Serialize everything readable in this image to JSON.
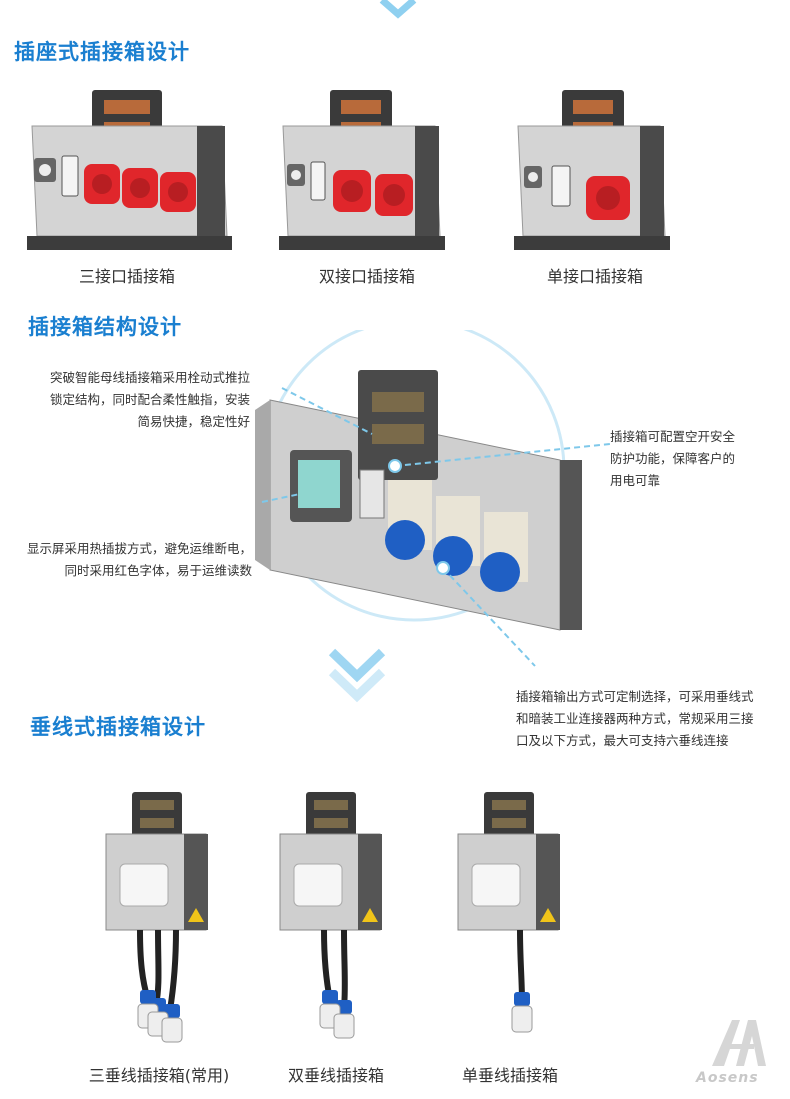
{
  "sections": {
    "socket_title": "插座式插接箱设计",
    "structure_title": "插接箱结构设计",
    "vertical_title": "垂线式插接箱设计"
  },
  "socket_products": [
    {
      "caption": "三接口插接箱",
      "sockets": 3
    },
    {
      "caption": "双接口插接箱",
      "sockets": 2
    },
    {
      "caption": "单接口插接箱",
      "sockets": 1
    }
  ],
  "structure_notes": {
    "top_left": [
      "突破智能母线插接箱采用栓动式推拉",
      "锁定结构，同时配合柔性触指，安装",
      "简易快捷，稳定性好"
    ],
    "bottom_left": [
      "显示屏采用热插拔方式，避免运维断电，",
      "同时采用红色字体，易于运维读数"
    ],
    "top_right": [
      "插接箱可配置空开安全",
      "防护功能，保障客户的",
      "用电可靠"
    ],
    "bottom_right": [
      "插接箱输出方式可定制选择，可采用垂线式",
      "和暗装工业连接器两种方式，常规采用三接",
      "口及以下方式，最大可支持六垂线连接"
    ]
  },
  "vertical_products": [
    {
      "caption": "三垂线插接箱(常用)",
      "cables": 3
    },
    {
      "caption": "双垂线插接箱",
      "cables": 2
    },
    {
      "caption": "单垂线插接箱",
      "cables": 1
    }
  ],
  "brand": "Aosens",
  "colors": {
    "accent": "#1a7fd0",
    "socket_red": "#e0262b",
    "socket_blue": "#1f5fc4",
    "light_blue": "#8fd0f0"
  }
}
